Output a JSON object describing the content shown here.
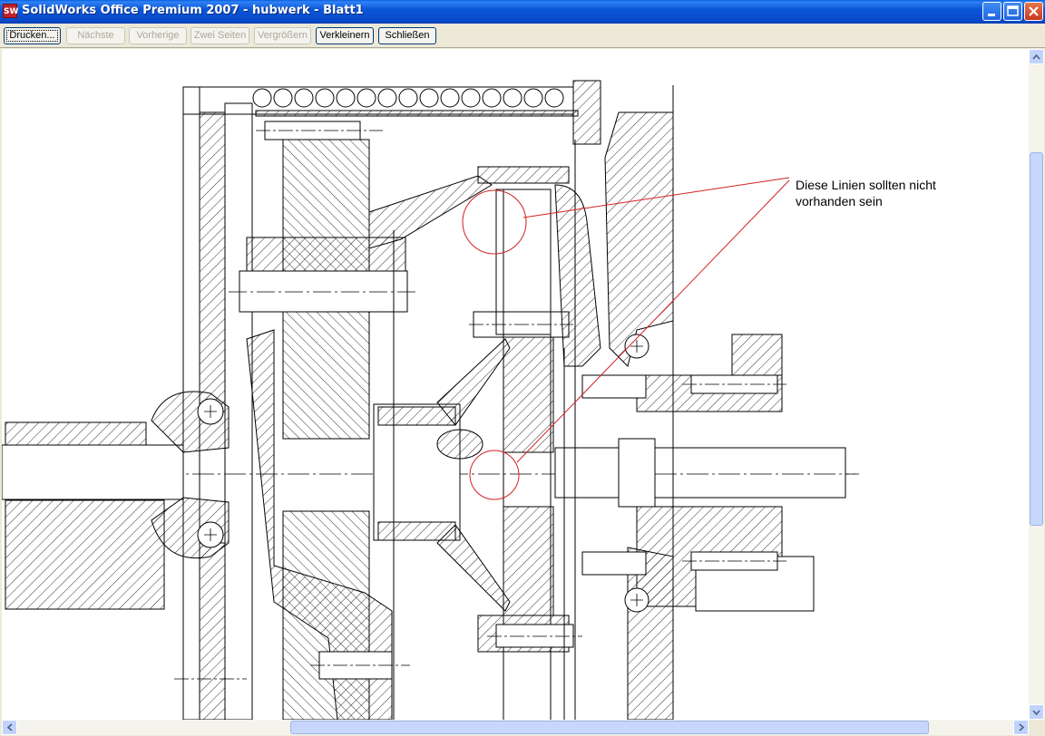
{
  "window": {
    "title": "SolidWorks Office Premium 2007 - hubwerk - Blatt1",
    "app_icon_text": "SW"
  },
  "toolbar": {
    "print_label": "Drucken...",
    "next_label": "Nächste",
    "previous_label": "Vorherige",
    "two_pages_label": "Zwei Seiten",
    "zoom_in_label": "Vergrößern",
    "zoom_out_label": "Verkleinern",
    "close_label": "Schließen"
  },
  "drawing": {
    "annotation_line1": "Diese Linien sollten nicht",
    "annotation_line2": "vorhanden sein",
    "markup_color": "#d42020"
  }
}
